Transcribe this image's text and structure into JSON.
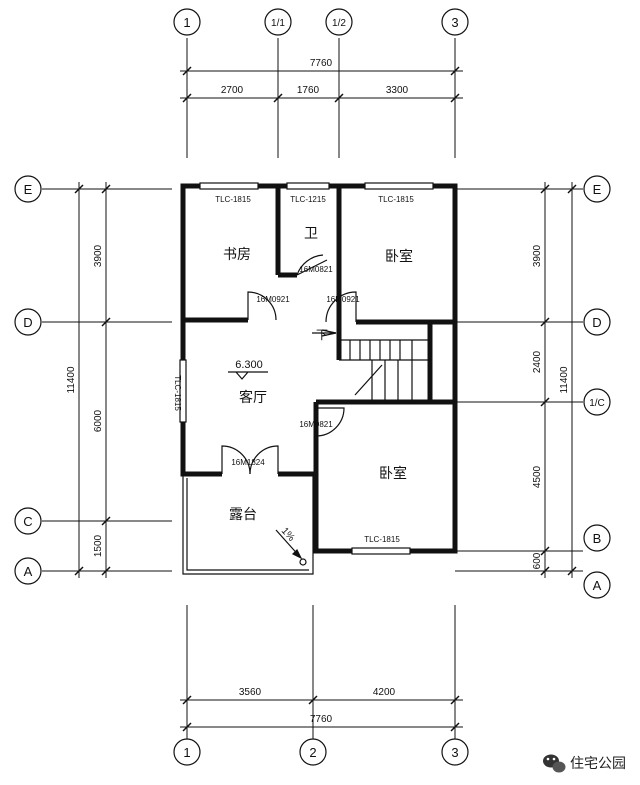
{
  "axes": {
    "top": [
      "1",
      "1/1",
      "1/2",
      "3"
    ],
    "bottom": [
      "1",
      "2",
      "3"
    ],
    "left": [
      "E",
      "D",
      "C",
      "A"
    ],
    "right": [
      "E",
      "D",
      "1/C",
      "B",
      "A"
    ]
  },
  "dims": {
    "top_total": "7760",
    "top_segments": [
      "2700",
      "1760",
      "3300"
    ],
    "bottom_total": "7760",
    "bottom_segments": [
      "3560",
      "4200"
    ],
    "left_total": "11400",
    "left_segments": [
      "3900",
      "6000",
      "1500"
    ],
    "right_total": "11400",
    "right_segments": [
      "3900",
      "2400",
      "4500",
      "600"
    ]
  },
  "rooms": {
    "study": "书房",
    "bath": "卫",
    "bedroom_top": "卧室",
    "living": "客厅",
    "bedroom_bottom": "卧室",
    "terrace": "露台"
  },
  "labels": {
    "win_study": "TLC-1815",
    "win_bath": "TLC-1215",
    "win_bed_top": "TLC-1815",
    "win_living": "TLC-1815",
    "win_bed_bottom": "TLC-1815",
    "door_bath": "16M0821",
    "door_study": "16M0921",
    "door_bed_top": "16M0921",
    "door_bed_bottom": "16M0821",
    "door_terrace": "16M1824",
    "stair_down": "下",
    "elevation": "6.300",
    "slope": "1%"
  },
  "watermark": "住宅公园"
}
